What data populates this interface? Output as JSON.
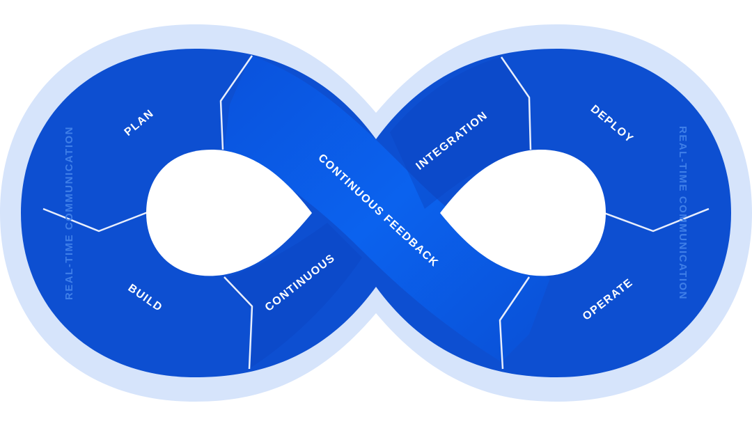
{
  "colors": {
    "outer_band": "#d6e4fb",
    "segment": "#0d4fd1",
    "segment_dark": "#0a45c0",
    "ribbon": "#0b5ae6",
    "divider": "#e8eefc",
    "label": "#ffffff",
    "outer_label": "#3f7fe8",
    "background": "#ffffff"
  },
  "labels": {
    "plan": "PLAN",
    "build": "BUILD",
    "continuous_left": "CONTINUOUS",
    "continuous_feedback": "CONTINUOUS FEEDBACK",
    "integration": "INTEGRATION",
    "deploy": "DEPLOY",
    "operate": "OPERATE",
    "realtime_left": "REAL-TIME COMMUNICATION",
    "realtime_right": "REAL-TIME COMMUNICATION"
  }
}
